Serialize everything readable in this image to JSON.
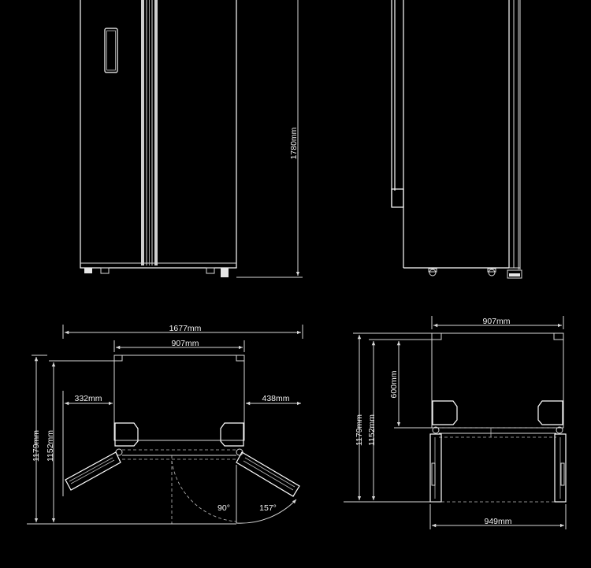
{
  "front_view": {
    "height_label": "1780mm"
  },
  "top_view_open": {
    "total_width_label": "1677mm",
    "body_width_label": "907mm",
    "left_clearance_label": "332mm",
    "right_clearance_label": "438mm",
    "depth_label": "1179mm",
    "body_depth_label": "1152mm",
    "angle_left_label": "90°",
    "angle_right_label": "157°"
  },
  "top_view_closed": {
    "body_width_label": "907mm",
    "door_depth_label": "600mm",
    "depth_label": "1179mm",
    "body_depth_label": "1152mm",
    "open_width_label": "949mm"
  },
  "colors": {
    "background": "#000000",
    "line": "#d9d9d9"
  }
}
